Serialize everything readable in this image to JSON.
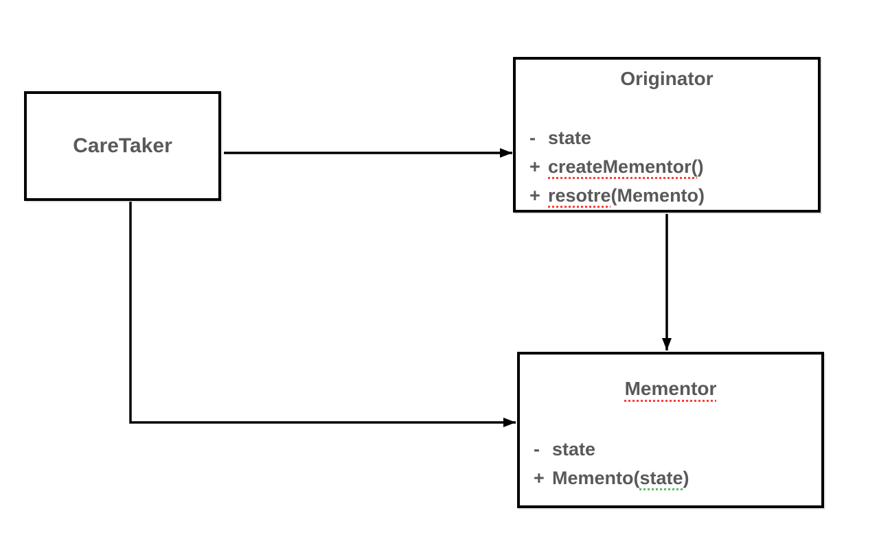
{
  "diagram": {
    "type": "uml-class-diagram",
    "pattern": "Memento",
    "background": "#ffffff",
    "text_color": "#595959",
    "border_color": "#000000",
    "spellcheck_underline_color": "#ff3b30",
    "grammar_underline_color": "#57bb63"
  },
  "caretaker": {
    "title": "CareTaker"
  },
  "originator": {
    "title": "Originator",
    "members": [
      {
        "prefix": "-",
        "parts": [
          {
            "text": "state"
          }
        ]
      },
      {
        "prefix": "+",
        "parts": [
          {
            "text": "createMementor(",
            "underline": "red"
          },
          {
            "text": ")"
          }
        ]
      },
      {
        "prefix": "+",
        "parts": [
          {
            "text": "resotre",
            "underline": "red"
          },
          {
            "text": "(Memento)"
          }
        ]
      }
    ]
  },
  "mementor": {
    "title": "Mementor",
    "title_underline": "red",
    "members": [
      {
        "prefix": "-",
        "parts": [
          {
            "text": "state"
          }
        ]
      },
      {
        "prefix": "+",
        "parts": [
          {
            "text": "Memento("
          },
          {
            "text": "state",
            "underline": "green"
          },
          {
            "text": ")"
          }
        ]
      }
    ]
  },
  "relations": [
    {
      "from": "CareTaker",
      "to": "Originator",
      "style": "arrow"
    },
    {
      "from": "Originator",
      "to": "Mementor",
      "style": "arrow"
    },
    {
      "from": "CareTaker",
      "to": "Mementor",
      "style": "arrow-elbow"
    }
  ]
}
